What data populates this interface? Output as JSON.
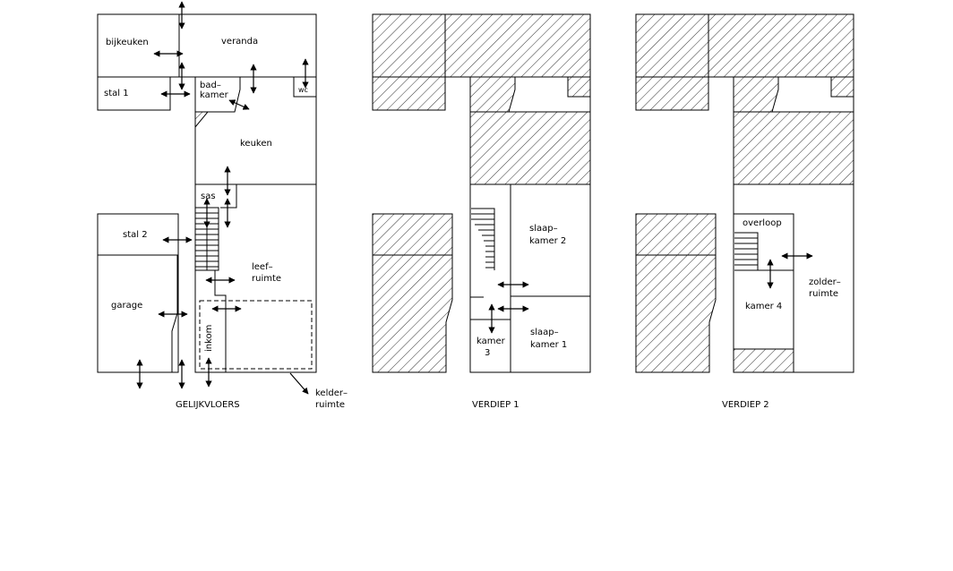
{
  "floors": [
    {
      "title": "GELIJKVLOERS"
    },
    {
      "title": "VERDIEP  1"
    },
    {
      "title": "VERDIEP  2"
    }
  ],
  "rooms": {
    "bijkeuken": "bijkeuken",
    "veranda": "veranda",
    "stal1": "stal  1",
    "badkamer_1": "bad–",
    "badkamer_2": "kamer",
    "wc": "wc",
    "keuken": "keuken",
    "sas": "sas",
    "stal2": "stal  2",
    "leefruimte_1": "leef–",
    "leefruimte_2": "ruimte",
    "garage": "garage",
    "inkom": "inkom",
    "kelderruimte_1": "kelder–",
    "kelderruimte_2": "ruimte",
    "slaapkamer2_1": "slaap–",
    "slaapkamer2_2": "kamer  2",
    "slaapkamer1_1": "slaap–",
    "slaapkamer1_2": "kamer  1",
    "kamer3_1": "kamer",
    "kamer3_2": "3",
    "overloop": "overloop",
    "zolderruimte_1": "zolder–",
    "zolderruimte_2": "ruimte",
    "kamer4": "kamer  4"
  },
  "colors": {
    "line": "#000000",
    "background": "#ffffff"
  }
}
